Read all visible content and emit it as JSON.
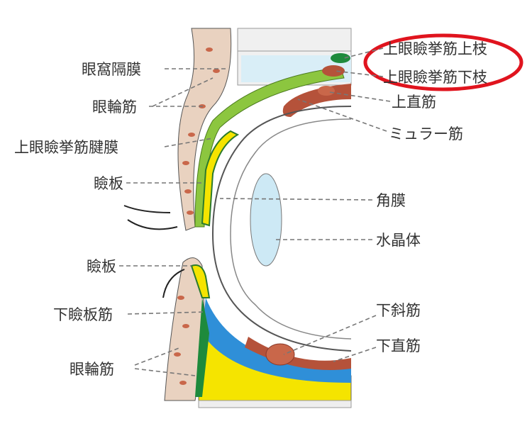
{
  "labels": {
    "orbital_septum": "眼窩隔膜",
    "orbicularis_upper": "眼輪筋",
    "levator_aponeurosis": "上眼瞼挙筋腱膜",
    "tarsus_upper": "瞼板",
    "tarsus_lower": "瞼板",
    "lower_tarsal_muscle": "下瞼板筋",
    "orbicularis_lower": "眼輪筋",
    "levator_upper_branch": "上眼瞼挙筋上枝",
    "levator_lower_branch": "上眼瞼挙筋下枝",
    "superior_rectus": "上直筋",
    "muller_muscle": "ミュラー筋",
    "cornea": "角膜",
    "lens": "水晶体",
    "inferior_oblique": "下斜筋",
    "inferior_rectus": "下直筋"
  },
  "colors": {
    "highlight": "#e0141e",
    "muscle": "#b5523a",
    "aponeurosis": "#8cc63f",
    "fat": "#f5e400",
    "conjunctiva": "#2f8fd8",
    "skin": "#e9d2c0",
    "lens": "#cde9f5"
  }
}
